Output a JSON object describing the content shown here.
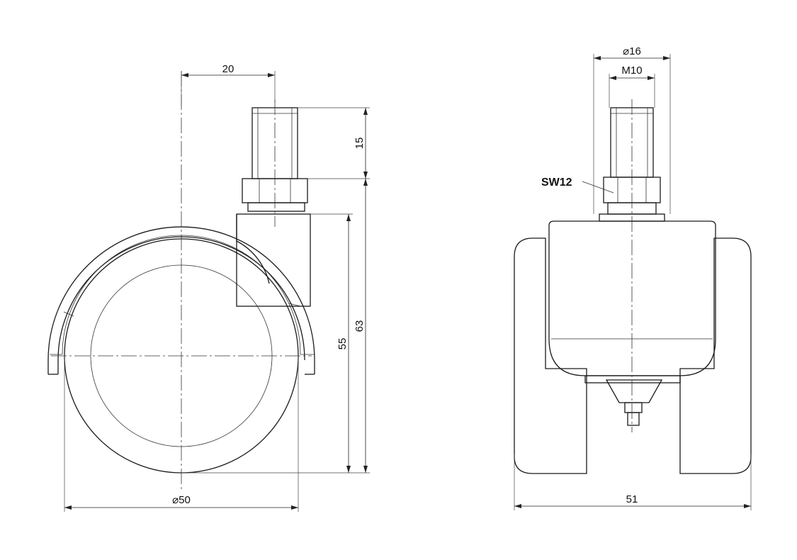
{
  "dimensions": {
    "offset_20": "20",
    "stem_15": "15",
    "height_55": "55",
    "height_63": "63",
    "wheel_dia": "⌀50",
    "stem_dia_16": "⌀16",
    "thread_m10": "M10",
    "wrench_sw12": "SW12",
    "width_51": "51"
  }
}
